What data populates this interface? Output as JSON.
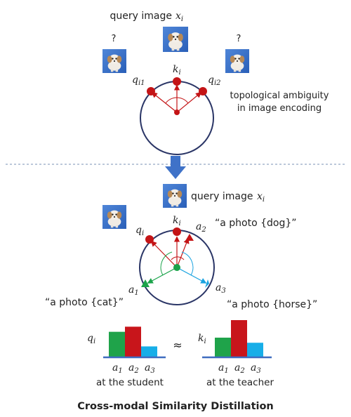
{
  "top": {
    "query_label": "query image",
    "query_var": "x",
    "query_var_sub": "i",
    "question_left": "?",
    "question_right": "?",
    "ambiguity_line1": "topological ambiguity",
    "ambiguity_line2": "in image encoding",
    "node_q1": "q",
    "node_q1_sub": "i1",
    "node_k": "k",
    "node_k_sub": "i",
    "node_q2": "q",
    "node_q2_sub": "i2"
  },
  "bottom": {
    "query_label": "query image",
    "query_var": "x",
    "query_var_sub": "i",
    "node_q": "q",
    "node_q_sub": "i",
    "node_k": "k",
    "node_k_sub": "i",
    "node_a1": "a",
    "node_a1_sub": "1",
    "node_a2": "a",
    "node_a2_sub": "2",
    "node_a3": "a",
    "node_a3_sub": "3",
    "prompt_dog": "“a photo {dog}”",
    "prompt_cat": "“a photo {cat}”",
    "prompt_horse": "“a photo {horse}”"
  },
  "bars": {
    "student_var": "q",
    "student_var_sub": "i",
    "teacher_var": "k",
    "teacher_var_sub": "i",
    "approx": "≈",
    "student_caption": "at the student",
    "teacher_caption": "at the teacher",
    "labels": [
      {
        "t": "a",
        "s": "1"
      },
      {
        "t": "a",
        "s": "2"
      },
      {
        "t": "a",
        "s": "3"
      }
    ],
    "student_values": [
      0.68,
      0.82,
      0.28
    ],
    "teacher_values": [
      0.52,
      1.0,
      0.38
    ],
    "colors": [
      "#1fa34a",
      "#c8151b",
      "#17aee8"
    ]
  },
  "title": "Cross-modal Similarity Distillation",
  "colors": {
    "red": "#c41416",
    "green": "#1aa34a",
    "blue": "#1aa3e0",
    "circle": "#2a3566",
    "arrow": "#3f72c8",
    "dashed": "#7a90b5"
  }
}
